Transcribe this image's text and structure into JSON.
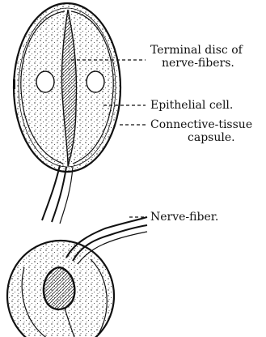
{
  "labels": {
    "terminal_disc_line1": "Terminal disc of",
    "terminal_disc_line2": "nerve-fibers.",
    "epithelial_cell": "Epithelial cell.",
    "connective_line1": "Connective-tissue",
    "connective_line2": "capsule.",
    "nerve_fiber": "Nerve-fiber."
  }
}
